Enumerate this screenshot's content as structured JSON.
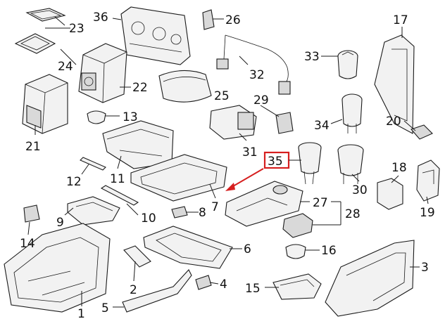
{
  "highlight": {
    "label": "35",
    "color": "#d61f1f"
  },
  "callouts": [
    {
      "id": "c1",
      "label": "1"
    },
    {
      "id": "c2",
      "label": "2"
    },
    {
      "id": "c3",
      "label": "3"
    },
    {
      "id": "c4",
      "label": "4"
    },
    {
      "id": "c5",
      "label": "5"
    },
    {
      "id": "c6",
      "label": "6"
    },
    {
      "id": "c7",
      "label": "7"
    },
    {
      "id": "c8",
      "label": "8"
    },
    {
      "id": "c9",
      "label": "9"
    },
    {
      "id": "c10",
      "label": "10"
    },
    {
      "id": "c11",
      "label": "11"
    },
    {
      "id": "c12",
      "label": "12"
    },
    {
      "id": "c13",
      "label": "13"
    },
    {
      "id": "c14",
      "label": "14"
    },
    {
      "id": "c15",
      "label": "15"
    },
    {
      "id": "c16",
      "label": "16"
    },
    {
      "id": "c17",
      "label": "17"
    },
    {
      "id": "c18",
      "label": "18"
    },
    {
      "id": "c19",
      "label": "19"
    },
    {
      "id": "c20",
      "label": "20"
    },
    {
      "id": "c21",
      "label": "21"
    },
    {
      "id": "c22",
      "label": "22"
    },
    {
      "id": "c23",
      "label": "23"
    },
    {
      "id": "c24",
      "label": "24"
    },
    {
      "id": "c25",
      "label": "25"
    },
    {
      "id": "c26",
      "label": "26"
    },
    {
      "id": "c27",
      "label": "27"
    },
    {
      "id": "c28",
      "label": "28"
    },
    {
      "id": "c29",
      "label": "29"
    },
    {
      "id": "c30",
      "label": "30"
    },
    {
      "id": "c31",
      "label": "31"
    },
    {
      "id": "c32",
      "label": "32"
    },
    {
      "id": "c33",
      "label": "33"
    },
    {
      "id": "c34",
      "label": "34"
    },
    {
      "id": "c36",
      "label": "36"
    }
  ]
}
